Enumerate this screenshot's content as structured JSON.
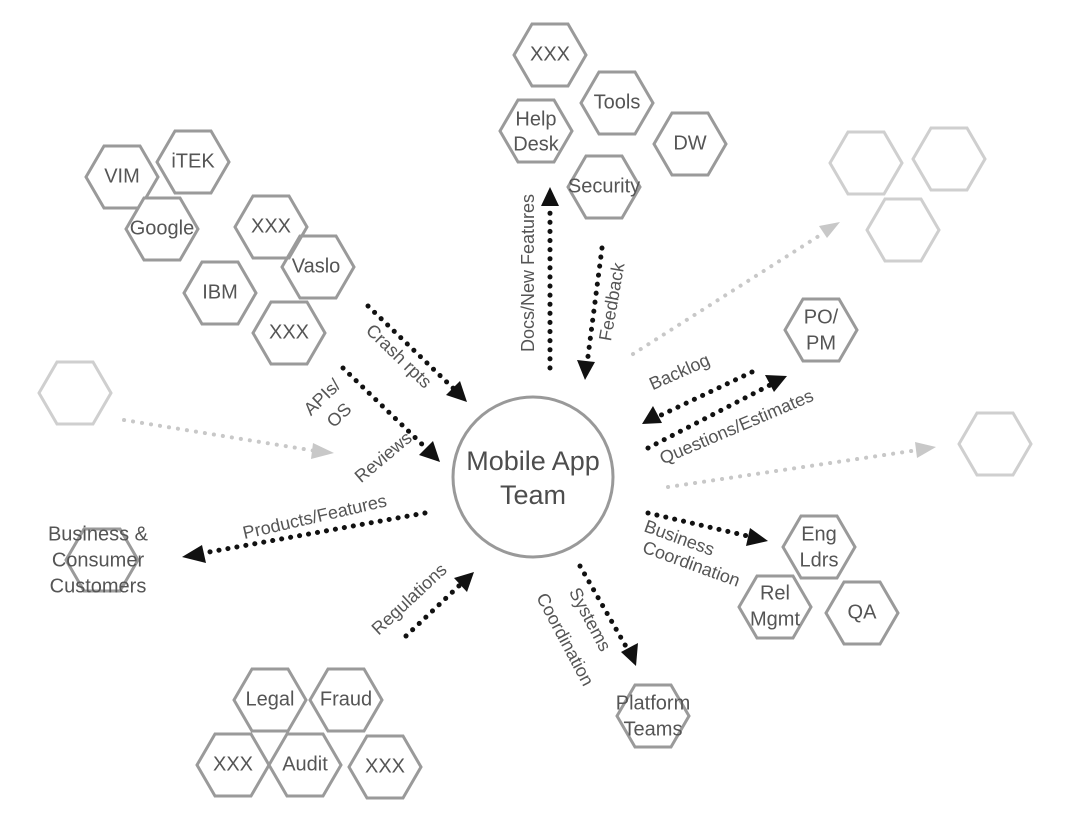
{
  "center": {
    "line1": "Mobile App",
    "line2": "Team"
  },
  "hexes": {
    "xxx_top": "XXX",
    "help": [
      "Help",
      "Desk"
    ],
    "tools": "Tools",
    "dw": "DW",
    "security": "Security",
    "vim": "VIM",
    "itek": "iTEK",
    "google": "Google",
    "xxx_mid": "XXX",
    "vaslo": "Vaslo",
    "ibm": "IBM",
    "xxx_low": "XXX",
    "po_pm": [
      "PO/",
      "PM"
    ],
    "eng_ldrs": [
      "Eng",
      "Ldrs"
    ],
    "rel_mgmt": [
      "Rel",
      "Mgmt"
    ],
    "qa": "QA",
    "platform": [
      "Platform",
      "Teams"
    ],
    "legal": "Legal",
    "fraud": "Fraud",
    "xxx_bl": "XXX",
    "audit": "Audit",
    "xxx_br": "XXX"
  },
  "customers": [
    "Business &",
    "Consumer",
    "Customers"
  ],
  "flows": {
    "crash": "Crash rpts",
    "apis": [
      "APIs/",
      "OS"
    ],
    "reviews": "Reviews",
    "products": "Products/Features",
    "regulations": "Regulations",
    "systems": [
      "Systems",
      "Coordination"
    ],
    "business": [
      "Business",
      "Coordination"
    ],
    "questions": "Questions/Estimates",
    "backlog": "Backlog",
    "docs": "Docs/New Features",
    "feedback": "Feedback"
  }
}
